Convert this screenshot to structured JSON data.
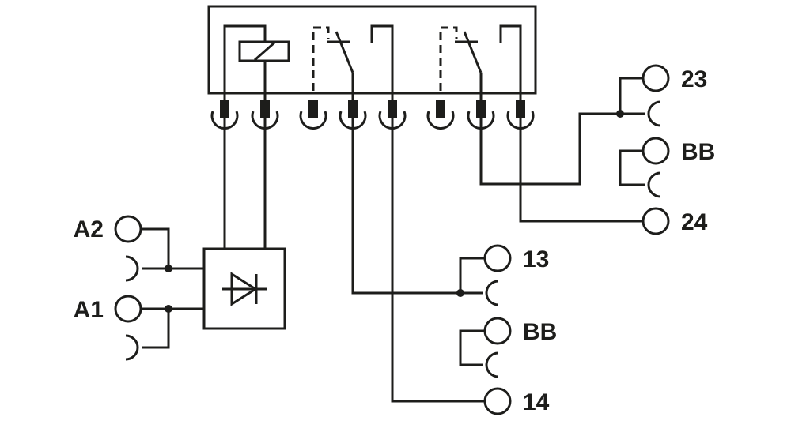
{
  "diagram": {
    "kind": "relay-module-wiring-schematic",
    "background_color": "#ffffff",
    "line_color": "#1d1d1b",
    "labels": {
      "a2": "A2",
      "a1": "A1",
      "c13": "13",
      "bb_mid": "BB",
      "c14": "14",
      "c23": "23",
      "bb_top": "BB",
      "c24": "24"
    },
    "terminal_groups": {
      "left_coil_side": [
        "A2",
        "A1"
      ],
      "middle_right": [
        "13",
        "BB",
        "14"
      ],
      "top_right": [
        "23",
        "BB",
        "24"
      ]
    },
    "plug_pin_count": 8,
    "symbols": {
      "relay_socket_box": "rectangular outline containing coil and two changeover contacts",
      "coil": "rectangle with diagonal stroke fed from pins 1 and 2",
      "diode_block": "square block with diode symbol between A1/A2 and coil pins",
      "contacts": [
        "changeover contact with dashed NC path",
        "changeover contact with dashed NC path"
      ]
    },
    "connections": [
      "A2 circle and socket arc join, then feed left side of diode block (upper line)",
      "A1 circle and socket arc join, then feed left side of diode block (lower line)",
      "diode block top connects to plug pins 1 and 2 (coil)",
      "plug pin 4 (contact-1 common) runs to 13 circle and its socket arc (junction dot)",
      "plug pin 5 (contact-1 NO) runs down to 14 circle",
      "plug pin 7 (contact-2 common) routes up-right to 23 circle and its socket arc (junction dot)",
      "plug pin 8 (contact-2 NO) runs down-right to 24 circle",
      "each BB circle is jumpered only to the socket arc below it"
    ]
  }
}
